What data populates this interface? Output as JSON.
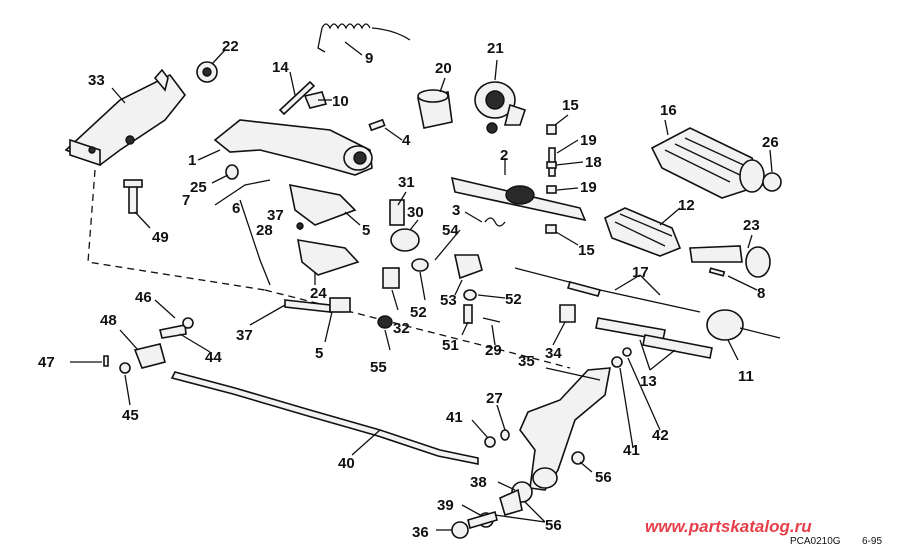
{
  "callouts": {
    "c1": "1",
    "c2": "2",
    "c3": "3",
    "c4": "4",
    "c5a": "5",
    "c5b": "5",
    "c6": "6",
    "c7": "7",
    "c8": "8",
    "c9": "9",
    "c10": "10",
    "c11": "11",
    "c12": "12",
    "c13": "13",
    "c14": "14",
    "c15a": "15",
    "c15b": "15",
    "c16": "16",
    "c17": "17",
    "c18": "18",
    "c19a": "19",
    "c19b": "19",
    "c20": "20",
    "c21": "21",
    "c22": "22",
    "c23": "23",
    "c24": "24",
    "c25": "25",
    "c26": "26",
    "c27": "27",
    "c28": "28",
    "c29": "29",
    "c30": "30",
    "c31": "31",
    "c32": "32",
    "c33": "33",
    "c34": "34",
    "c35": "35",
    "c36": "36",
    "c37a": "37",
    "c37b": "37",
    "c38": "38",
    "c39": "39",
    "c40": "40",
    "c41a": "41",
    "c41b": "41",
    "c42": "42",
    "c44": "44",
    "c45": "45",
    "c46": "46",
    "c47": "47",
    "c48": "48",
    "c49": "49",
    "c51": "51",
    "c52a": "52",
    "c52b": "52",
    "c53": "53",
    "c54": "54",
    "c55": "55",
    "c56a": "56",
    "c56b": "56"
  },
  "footer": {
    "drawing_code": "PCA0210G",
    "date": "6-95",
    "watermark": "www.partskatalog.ru"
  }
}
